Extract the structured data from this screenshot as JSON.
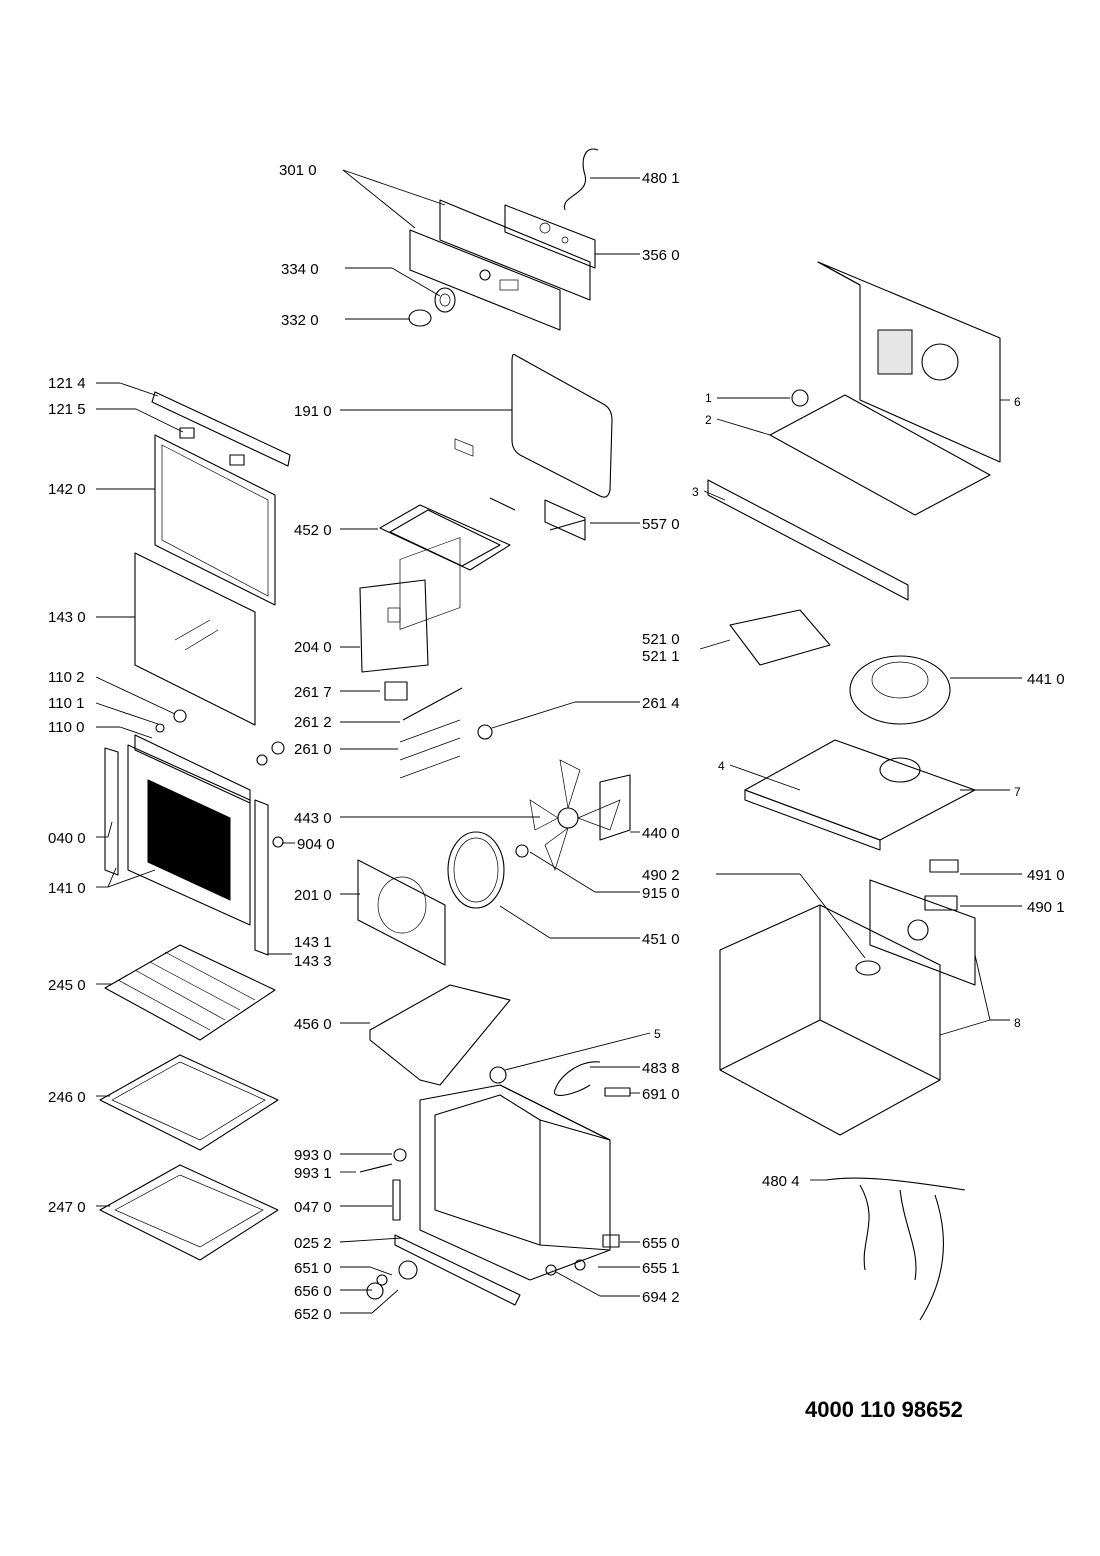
{
  "document_number": "4000 110 98652",
  "parts": [
    {
      "id": "p3010",
      "label": "301 0"
    },
    {
      "id": "p4801",
      "label": "480 1"
    },
    {
      "id": "p3560",
      "label": "356 0"
    },
    {
      "id": "p3340",
      "label": "334 0"
    },
    {
      "id": "p3320",
      "label": "332 0"
    },
    {
      "id": "p1214",
      "label": "121 4"
    },
    {
      "id": "p1215",
      "label": "121 5"
    },
    {
      "id": "p1910",
      "label": "191 0"
    },
    {
      "id": "p1420",
      "label": "142 0"
    },
    {
      "id": "p4520",
      "label": "452 0"
    },
    {
      "id": "p5570",
      "label": "557 0"
    },
    {
      "id": "p1430",
      "label": "143 0"
    },
    {
      "id": "p2040",
      "label": "204 0"
    },
    {
      "id": "p5210",
      "label": "521 0"
    },
    {
      "id": "p5211",
      "label": "521 1"
    },
    {
      "id": "p1102",
      "label": "110 2"
    },
    {
      "id": "p2617",
      "label": "261 7"
    },
    {
      "id": "p4410",
      "label": "441 0"
    },
    {
      "id": "p1101",
      "label": "110 1"
    },
    {
      "id": "p2612",
      "label": "261 2"
    },
    {
      "id": "p2614",
      "label": "261 4"
    },
    {
      "id": "p1100",
      "label": "110 0"
    },
    {
      "id": "p2610",
      "label": "261 0"
    },
    {
      "id": "p4430",
      "label": "443 0"
    },
    {
      "id": "p4400",
      "label": "440 0"
    },
    {
      "id": "p0400",
      "label": "040 0"
    },
    {
      "id": "p9040",
      "label": "904 0"
    },
    {
      "id": "p4902",
      "label": "490 2"
    },
    {
      "id": "p4910",
      "label": "491 0"
    },
    {
      "id": "p1410",
      "label": "141 0"
    },
    {
      "id": "p2010",
      "label": "201 0"
    },
    {
      "id": "p9150",
      "label": "915 0"
    },
    {
      "id": "p4901",
      "label": "490 1"
    },
    {
      "id": "p4510",
      "label": "451 0"
    },
    {
      "id": "p1431",
      "label": "143 1"
    },
    {
      "id": "p1433",
      "label": "143 3"
    },
    {
      "id": "p2450",
      "label": "245 0"
    },
    {
      "id": "p4560",
      "label": "456 0"
    },
    {
      "id": "p4838",
      "label": "483 8"
    },
    {
      "id": "p2460",
      "label": "246 0"
    },
    {
      "id": "p6910",
      "label": "691 0"
    },
    {
      "id": "p9930",
      "label": "993 0"
    },
    {
      "id": "p9931",
      "label": "993 1"
    },
    {
      "id": "p4804",
      "label": "480 4"
    },
    {
      "id": "p2470",
      "label": "247 0"
    },
    {
      "id": "p0470",
      "label": "047 0"
    },
    {
      "id": "p0252",
      "label": "025 2"
    },
    {
      "id": "p6550",
      "label": "655 0"
    },
    {
      "id": "p6510",
      "label": "651 0"
    },
    {
      "id": "p6551",
      "label": "655 1"
    },
    {
      "id": "p6560",
      "label": "656 0"
    },
    {
      "id": "p6942",
      "label": "694 2"
    },
    {
      "id": "p6520",
      "label": "652 0"
    }
  ],
  "callouts": [
    {
      "id": "c1",
      "label": "1"
    },
    {
      "id": "c2",
      "label": "2"
    },
    {
      "id": "c3",
      "label": "3"
    },
    {
      "id": "c4",
      "label": "4"
    },
    {
      "id": "c5",
      "label": "5"
    },
    {
      "id": "c6",
      "label": "6"
    },
    {
      "id": "c7",
      "label": "7"
    },
    {
      "id": "c8",
      "label": "8"
    }
  ]
}
